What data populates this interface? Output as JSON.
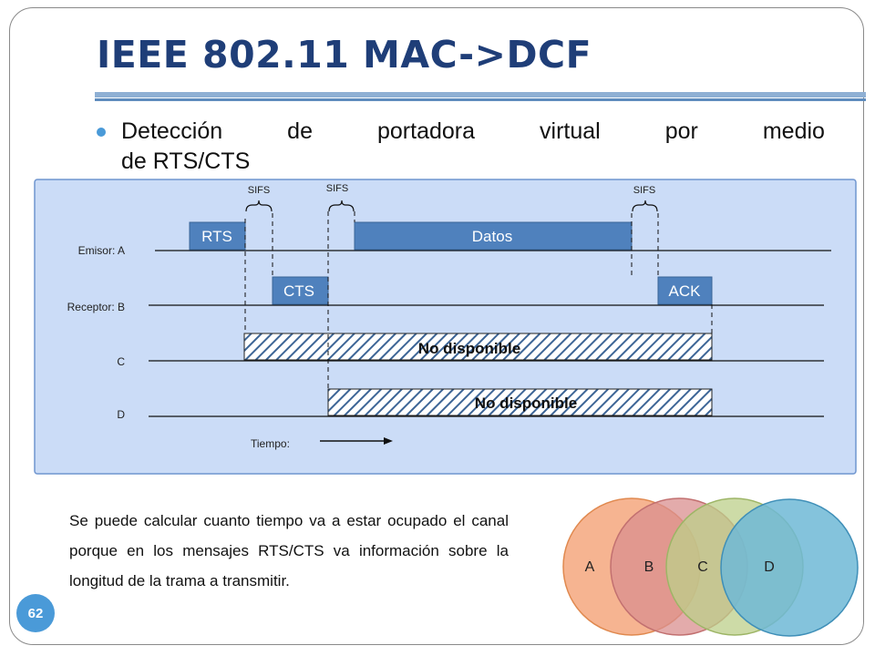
{
  "slide": {
    "title": "IEEE 802.11 MAC->DCF",
    "bullet_line1": [
      "Detección",
      "de",
      "portadora",
      "virtual",
      "por",
      "medio"
    ],
    "bullet_line2": "de RTS/CTS",
    "caption": "Se puede calcular cuanto tiempo va a estar ocupado el canal porque en los mensajes RTS/CTS va información sobre la longitud de la trama a transmitir.",
    "page_number": "62"
  },
  "diagram": {
    "row_labels": [
      "Emisor: A",
      "Receptor: B",
      "C",
      "D"
    ],
    "frames": [
      "RTS",
      "Datos",
      "CTS",
      "ACK"
    ],
    "nav_label": "No disponible",
    "sifs_label": "SIFS",
    "time_label": "Tiempo:"
  },
  "venn": {
    "sets": [
      "A",
      "B",
      "C",
      "D"
    ],
    "colors": [
      "#f4a77e",
      "#d98f8f",
      "#bccf8a",
      "#6fb8d6"
    ]
  },
  "colors": {
    "title": "#1f3e78",
    "diagram_bg": "#cbdcf7",
    "frame_fill": "#4f81bd",
    "accent": "#4a9ad8"
  }
}
